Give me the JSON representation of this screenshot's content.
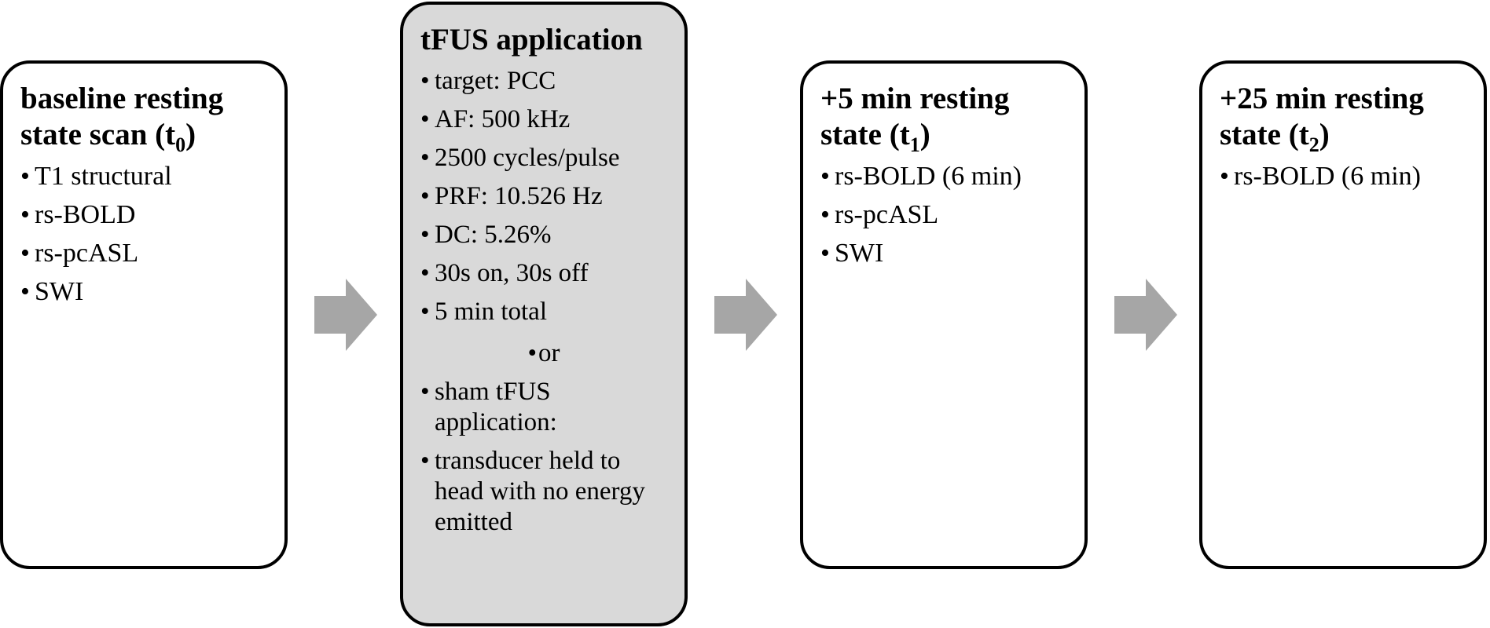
{
  "steps": [
    {
      "title": "baseline resting state scan (t",
      "title_sub": "0",
      "title_end": ")",
      "items": [
        "T1 structural",
        "rs-BOLD",
        "rs-pcASL",
        "SWI"
      ]
    },
    {
      "title": "tFUS application",
      "items": [
        "target: PCC",
        "AF: 500 kHz",
        "2500 cycles/pulse",
        "PRF: 10.526 Hz",
        "DC: 5.26%",
        "30s on, 30s off",
        "5 min total"
      ],
      "separator": "or",
      "alt_items": [
        "sham tFUS application:",
        "transducer held to head with no energy emitted"
      ]
    },
    {
      "title": "+5 min resting state (t",
      "title_sub": "1",
      "title_end": ")",
      "items": [
        "rs-BOLD (6 min)",
        "rs-pcASL",
        "SWI"
      ]
    },
    {
      "title": "+25 min resting state (t",
      "title_sub": "2",
      "title_end": ")",
      "items": [
        "rs-BOLD (6 min)"
      ]
    }
  ],
  "colors": {
    "border": "#000000",
    "shaded_box": "#d9d9d9",
    "arrow": "#a6a6a6"
  }
}
